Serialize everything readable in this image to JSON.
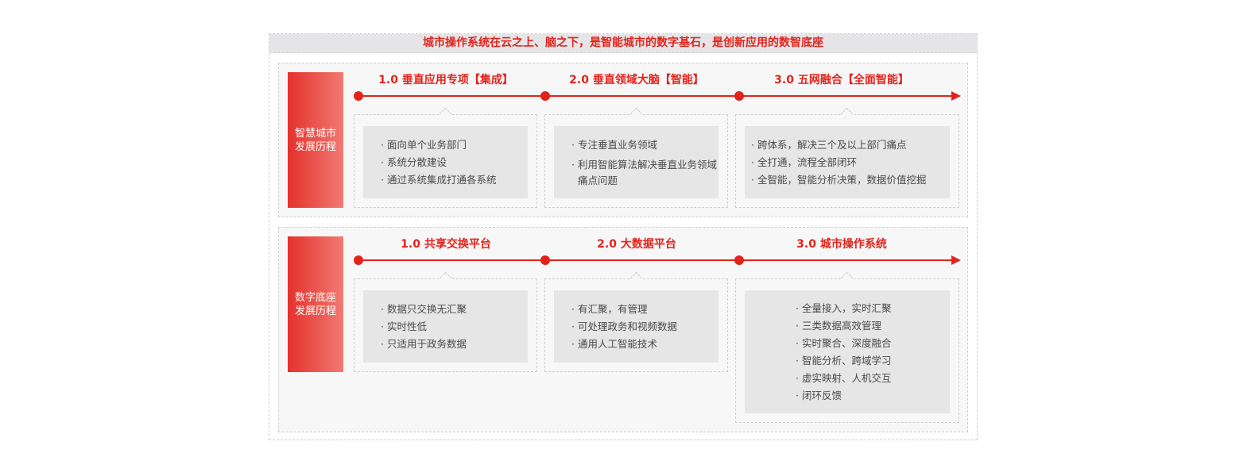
{
  "banner": "城市操作系统在云之上、脑之下，是智能城市的数字基石，是创新应用的数智底座",
  "sections": [
    {
      "tag": "智慧城市发展历程",
      "stages": [
        {
          "title": "1.0 垂直应用专项【集成】",
          "items": [
            "面向单个业务部门",
            "系统分散建设",
            "通过系统集成打通各系统"
          ]
        },
        {
          "title": "2.0 垂直领域大脑【智能】",
          "items": [
            "专注垂直业务领域",
            "利用智能算法解决垂直业务领域痛点问题"
          ]
        },
        {
          "title": "3.0 五网融合【全面智能】",
          "items": [
            "跨体系，解决三个及以上部门痛点",
            "全打通，流程全部闭环",
            "全智能，智能分析决策，数据价值挖掘"
          ]
        }
      ]
    },
    {
      "tag": "数字底座发展历程",
      "stages": [
        {
          "title": "1.0 共享交换平台",
          "items": [
            "数据只交换无汇聚",
            "实时性低",
            "只适用于政务数据"
          ]
        },
        {
          "title": "2.0 大数据平台",
          "items": [
            "有汇聚，有管理",
            "可处理政务和视频数据",
            "通用人工智能技术"
          ]
        },
        {
          "title": "3.0 城市操作系统",
          "items": [
            "全量接入，实时汇聚",
            "三类数据高效管理",
            "实时聚合、深度融合",
            "智能分析、跨域学习",
            "虚实映射、人机交互",
            "闭环反馈"
          ]
        }
      ]
    }
  ],
  "colors": {
    "accent": "#e3231b",
    "card_bg": "#e6e6e7",
    "banner_bg": "#e5e5e8"
  }
}
